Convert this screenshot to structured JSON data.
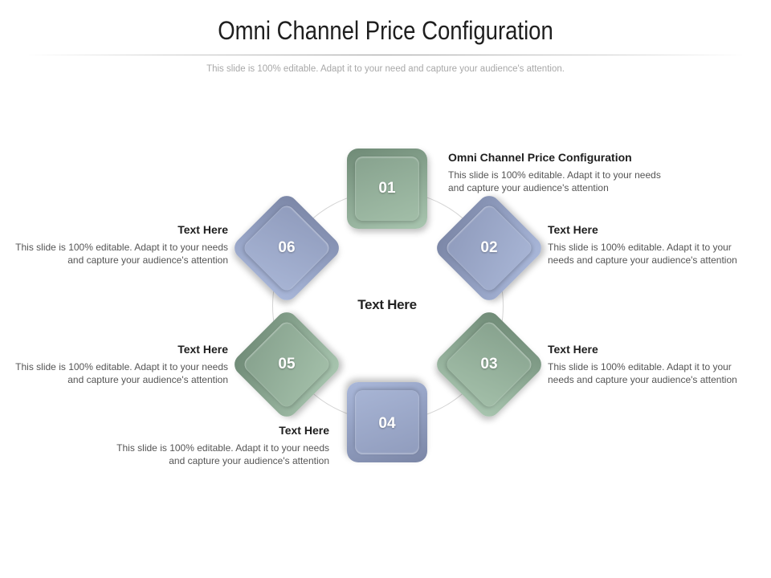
{
  "header": {
    "title": "Omni Channel Price Configuration",
    "subtitle": "This slide is 100% editable. Adapt it to your need and capture your audience's attention."
  },
  "center": {
    "label": "Text Here"
  },
  "steps": [
    {
      "number": "01",
      "heading": "Omni Channel Price Configuration",
      "text": "This slide is 100% editable. Adapt it to your needs and capture your audience's attention"
    },
    {
      "number": "02",
      "heading": "Text Here",
      "text": "This slide is 100% editable. Adapt it to your needs and capture your audience's attention"
    },
    {
      "number": "03",
      "heading": "Text Here",
      "text": "This slide is 100% editable. Adapt it to your needs and capture your audience's attention"
    },
    {
      "number": "04",
      "heading": "Text Here",
      "text": "This slide is 100% editable. Adapt it to your needs and capture your audience's attention"
    },
    {
      "number": "05",
      "heading": "Text Here",
      "text": "This slide is 100% editable. Adapt it to your needs and capture your audience's attention"
    },
    {
      "number": "06",
      "heading": "Text Here",
      "text": "This slide is 100% editable. Adapt it to your needs and capture your audience's attention"
    }
  ],
  "colors": {
    "green": "#8eaa95",
    "blue": "#93a0c2"
  }
}
